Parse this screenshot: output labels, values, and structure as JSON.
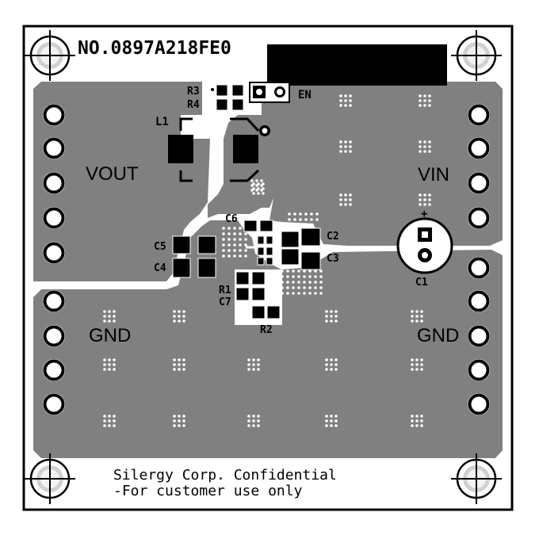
{
  "board": {
    "part_number": "NO.0897A218FE0",
    "footer_line1": "Silergy Corp. Confidential",
    "footer_line2": "-For customer use only",
    "colors": {
      "copper": "#808080",
      "outline": "#000000",
      "silk": "#000000",
      "background": "#ffffff",
      "pad_fill": "#ffffff"
    }
  },
  "nets": {
    "vout": "VOUT",
    "vin": "VIN",
    "gnd_left": "GND",
    "gnd_right": "GND",
    "en": "EN"
  },
  "components": {
    "r3": "R3",
    "r4": "R4",
    "l1": "L1",
    "c6": "C6",
    "c5": "C5",
    "c4": "C4",
    "c2": "C2",
    "c3": "C3",
    "r1": "R1",
    "c7": "C7",
    "r2": "R2",
    "c1": "C1",
    "c1_polarity": "+"
  },
  "icons": {
    "mounting_hole": "mounting-hole-crosshair-icon",
    "terminal_pad": "through-hole-pad-icon",
    "via_cluster": "via-cluster-icon"
  }
}
